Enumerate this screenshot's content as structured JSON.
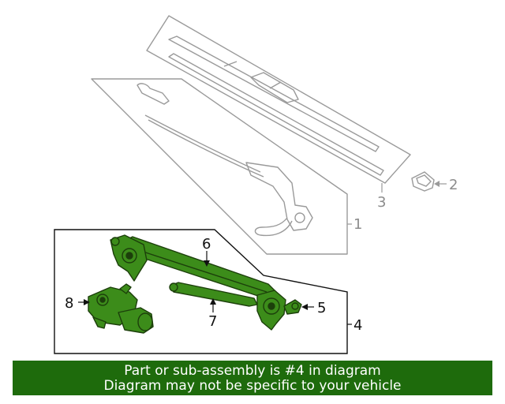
{
  "callouts": {
    "c1": "1",
    "c2": "2",
    "c3": "3",
    "c4": "4",
    "c5": "5",
    "c6": "6",
    "c7": "7",
    "c8": "8"
  },
  "banner": {
    "line1": "Part or sub-assembly is #4 in diagram",
    "line2": "Diagram may not be specific to your vehicle"
  },
  "colors": {
    "highlight_fill": "#3c8c1a",
    "highlight_stroke": "#1c3f0b",
    "ghost_stroke": "#9a9a9a",
    "banner_bg": "#1e6b0c"
  }
}
